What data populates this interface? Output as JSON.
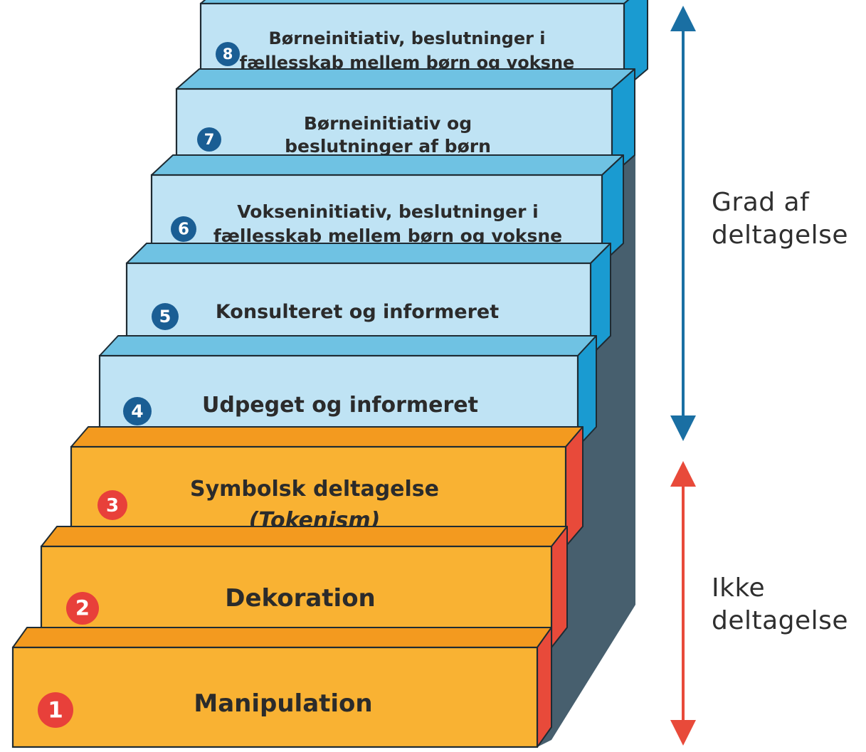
{
  "steps": [
    {
      "number": "1",
      "lines": [
        "Manipulation"
      ],
      "group": "non"
    },
    {
      "number": "2",
      "lines": [
        "Dekoration"
      ],
      "group": "non"
    },
    {
      "number": "3",
      "lines": [
        "Symbolsk deltagelse",
        "(Tokenism)"
      ],
      "group": "non"
    },
    {
      "number": "4",
      "lines": [
        "Udpeget og informeret"
      ],
      "group": "part"
    },
    {
      "number": "5",
      "lines": [
        "Konsulteret og informeret"
      ],
      "group": "part"
    },
    {
      "number": "6",
      "lines": [
        "Vokseninitiativ, beslutninger i",
        "fællesskab mellem børn og voksne"
      ],
      "group": "part"
    },
    {
      "number": "7",
      "lines": [
        "Børneinitiativ og",
        "beslutninger af børn"
      ],
      "group": "part"
    },
    {
      "number": "8",
      "lines": [
        "Børneinitiativ, beslutninger i",
        "fællesskab mellem børn og voksne"
      ],
      "group": "part"
    }
  ],
  "side_labels": {
    "participation": {
      "line1": "Grad af",
      "line2": "deltagelse"
    },
    "non_participation": {
      "line1": "Ikke",
      "line2": "deltagelse"
    }
  },
  "colors": {
    "orange_front": "#F9B233",
    "orange_top": "#F39A1F",
    "orange_side": "#E84A3A",
    "blue_front": "#BFE3F4",
    "blue_top": "#6FC2E3",
    "blue_side": "#1A9BD1",
    "wall": "#475F6E",
    "arrow_blue": "#1A6FA3",
    "arrow_red": "#E84A3A",
    "badge_blue": "#1A5E94",
    "badge_red": "#E8403A"
  }
}
